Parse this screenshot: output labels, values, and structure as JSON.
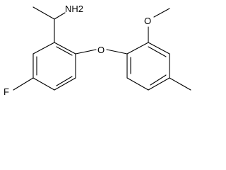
{
  "molecule": {
    "atoms": {
      "amine": "NH2",
      "ether_oxygen": "O",
      "methoxy_oxygen": "O",
      "fluorine": "F"
    }
  }
}
